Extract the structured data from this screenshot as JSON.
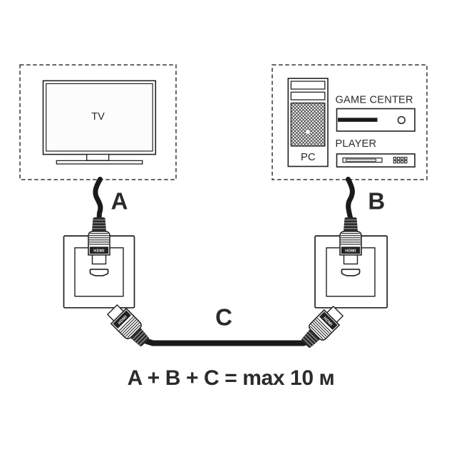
{
  "diagram": {
    "formula": "A + B + C = max 10 м",
    "labels": {
      "cable_a": "A",
      "cable_b": "B",
      "cable_c": "C"
    },
    "devices": {
      "tv": "TV",
      "pc": "PC",
      "game_center": "GAME CENTER",
      "player": "PLAYER"
    },
    "connector": {
      "hdmi": "HDMI"
    },
    "colors": {
      "line": "#222222",
      "cable": "#1a1a1a",
      "text": "#2b2b2b",
      "background": "#ffffff"
    }
  }
}
